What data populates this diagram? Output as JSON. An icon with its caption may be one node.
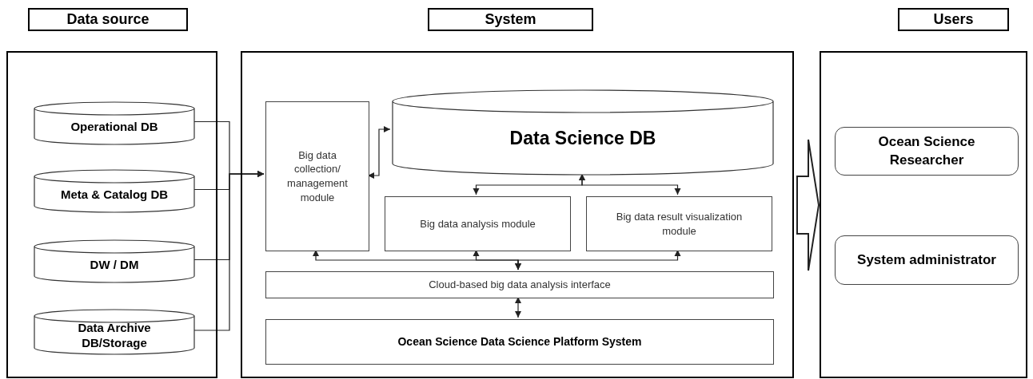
{
  "diagram": {
    "nodes": [
      {
        "text": [
          "Data source"
        ]
      },
      {
        "text": [
          "Operational DB"
        ],
        "in": 0
      },
      {
        "text": [
          "Meta & Catalog DB"
        ],
        "in": 0
      },
      {
        "text": [
          "DW / DM"
        ],
        "in": 0
      },
      {
        "text": [
          "Data Archive DB/Storage"
        ],
        "in": 0
      },
      {
        "text": [
          "System"
        ]
      },
      {
        "text": [
          "Big data collection/ management module"
        ],
        "in": 5
      },
      {
        "text": [
          "Data Science DB"
        ],
        "in": 5
      },
      {
        "text": [
          "Big data analysis module"
        ],
        "in": 5
      },
      {
        "text": [
          "Big data result visualization module"
        ],
        "in": 5
      },
      {
        "text": [
          "Cloud-based big data analysis interface"
        ],
        "in": 5
      },
      {
        "text": [
          "Ocean Science Data Science Platform System"
        ],
        "in": 5
      },
      {
        "text": [
          "Users"
        ]
      },
      {
        "text": [
          "Ocean Science Researcher"
        ],
        "in": 12
      },
      {
        "text": [
          "System administrator"
        ],
        "in": 12
      }
    ],
    "edges": [
      {
        "from": 1,
        "to": 6,
        "arrow": "to"
      },
      {
        "from": 2,
        "to": 6,
        "arrow": "to"
      },
      {
        "from": 3,
        "to": 6,
        "arrow": "to"
      },
      {
        "from": 4,
        "to": 6,
        "arrow": "to"
      },
      {
        "from": 6,
        "to": 7,
        "arrow": "both"
      },
      {
        "from": 7,
        "to": 8,
        "arrow": "both"
      },
      {
        "from": 7,
        "to": 9,
        "arrow": "both"
      },
      {
        "from": 10,
        "to": 6,
        "arrow": "both"
      },
      {
        "from": 10,
        "to": 8,
        "arrow": "both"
      },
      {
        "from": 10,
        "to": 9,
        "arrow": "both"
      },
      {
        "from": 10,
        "to": 11,
        "arrow": "both"
      },
      {
        "from": 5,
        "to": 12,
        "arrow": "to",
        "style": "thick"
      }
    ]
  }
}
